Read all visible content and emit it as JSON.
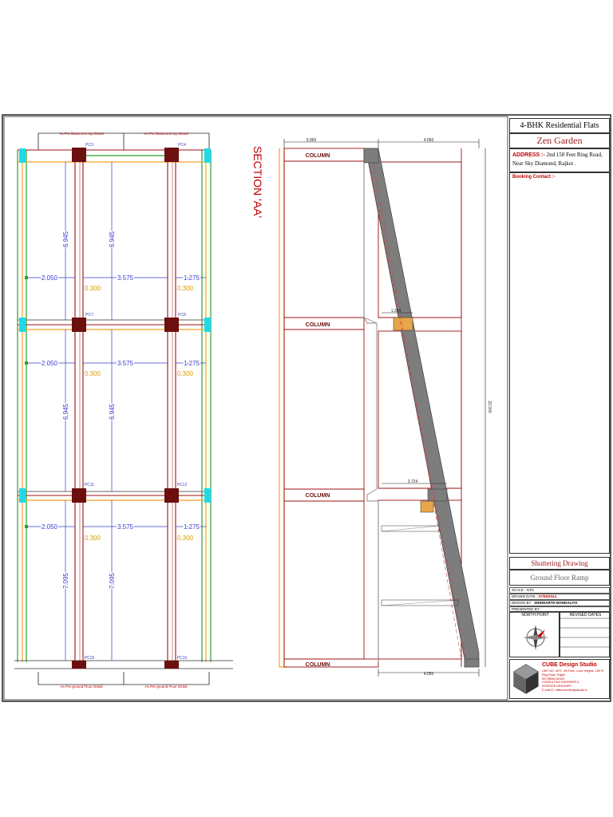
{
  "title_block": {
    "project": "4-BHK Residential Flats",
    "name": "Zen Garden",
    "address_label": "ADDRESS :-",
    "address_line1": "2nd  150 Feet Ring Road,",
    "address_line2": "Near Sky Diamond, Rajkot .",
    "booking_label": "Booking  Contact :-",
    "drawing_title": "Shuttering Drawing",
    "drawing_subtitle": "Ground Floor Ramp",
    "scale": "SCALE - NTS",
    "drawn_date_label": "DRAWN DATE : ",
    "drawn_date_value": "07/08/2024",
    "design_by_label": "DESIGN BY : ",
    "design_by_value": "SIDDHARTH MANDALIYA",
    "presented_by": "PRESENTED BY :",
    "north_point": "NORTH POINT",
    "revised_dates": "REVISED DATES",
    "company": "CUBE Design Studio",
    "company_address": "UNIT NO. 4071, 4th Floor, Luxor Heights, 150 Ft. Ring Road, Rajkot",
    "company_mobile": "MO:98982-82429",
    "company_role1": "CONSULTING ENGINEER &",
    "company_role2": "INTERIOR DESIGNER",
    "company_email": "E-mail ID: officecubedesignstudio.in"
  },
  "plan": {
    "top_notes": [
      "As Pre Basement top Detail",
      "As Pre Basement top Detail"
    ],
    "bottom_notes": [
      "As Pre ground Floor Detail",
      "As Pre ground Floor Detail"
    ],
    "columns_top": [
      "PC3",
      "PC4"
    ],
    "columns_mid": [
      "PC7",
      "PC8"
    ],
    "columns_low": [
      "PC11",
      "PC12"
    ],
    "columns_bottom": [
      "PC15",
      "PC16"
    ],
    "h_dims": [
      "2.050",
      "3.575",
      "1.275"
    ],
    "slab_thk": "0.300",
    "v_dims_upper": [
      "6.945",
      "6.945"
    ],
    "v_dims_mid": [
      "6.945",
      "6.945"
    ],
    "v_dims_lower": [
      "7.095",
      "7.095"
    ]
  },
  "section": {
    "title": "SECTION 'AA'",
    "column_label": "COLUMN",
    "dim_top_left": "3.960",
    "dim_top_right": "4.050",
    "dim_bottom": "4.050",
    "dim_height": "22.000",
    "dim_mid1": "1.334",
    "dim_mid2": "2.724"
  },
  "colors": {
    "border": "#222222",
    "column_fill": "#6b0f0f",
    "beam_red": "#a01010",
    "edge_orange": "#f4a024",
    "edge_green": "#2e9e2e",
    "dim_blue": "#3a3ad0",
    "thk_gold": "#d89b00",
    "cyan": "#22d8e8",
    "ramp_gray": "#7d7d7d"
  }
}
